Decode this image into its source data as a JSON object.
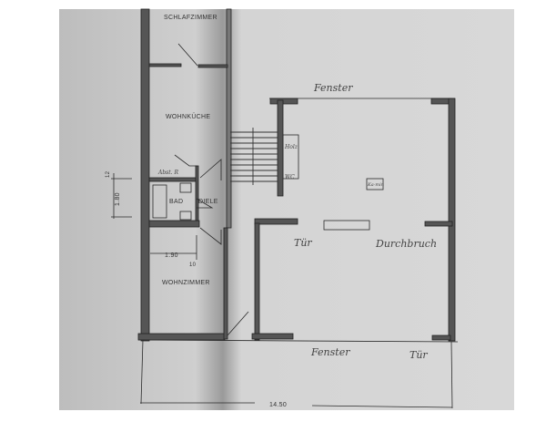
{
  "rooms": {
    "schlafzimmer": "SCHLAFZIMMER",
    "wohnkueche": "WOHNKÜCHE",
    "abstellraum": "Abst. R",
    "bad": "BAD",
    "diele": "DIELE",
    "wohnzimmer": "WOHNZIMMER"
  },
  "annotations": {
    "fenster_top": "Fenster",
    "holz": "Holz",
    "wc": "WC",
    "kamin": "Ka-min",
    "tuer_left": "Tür",
    "durchbruch": "Durchbruch",
    "fenster_bottom": "Fenster",
    "tuer_bottom": "Tür"
  },
  "dimensions": {
    "height_bad": "1.80",
    "small_top": "12",
    "width_wohnzimmer": "1.90",
    "wall": "10",
    "total_width": "14.50"
  },
  "colors": {
    "paper": "#c9c9c9",
    "wall": "#555555",
    "line": "#2a2a2a"
  }
}
